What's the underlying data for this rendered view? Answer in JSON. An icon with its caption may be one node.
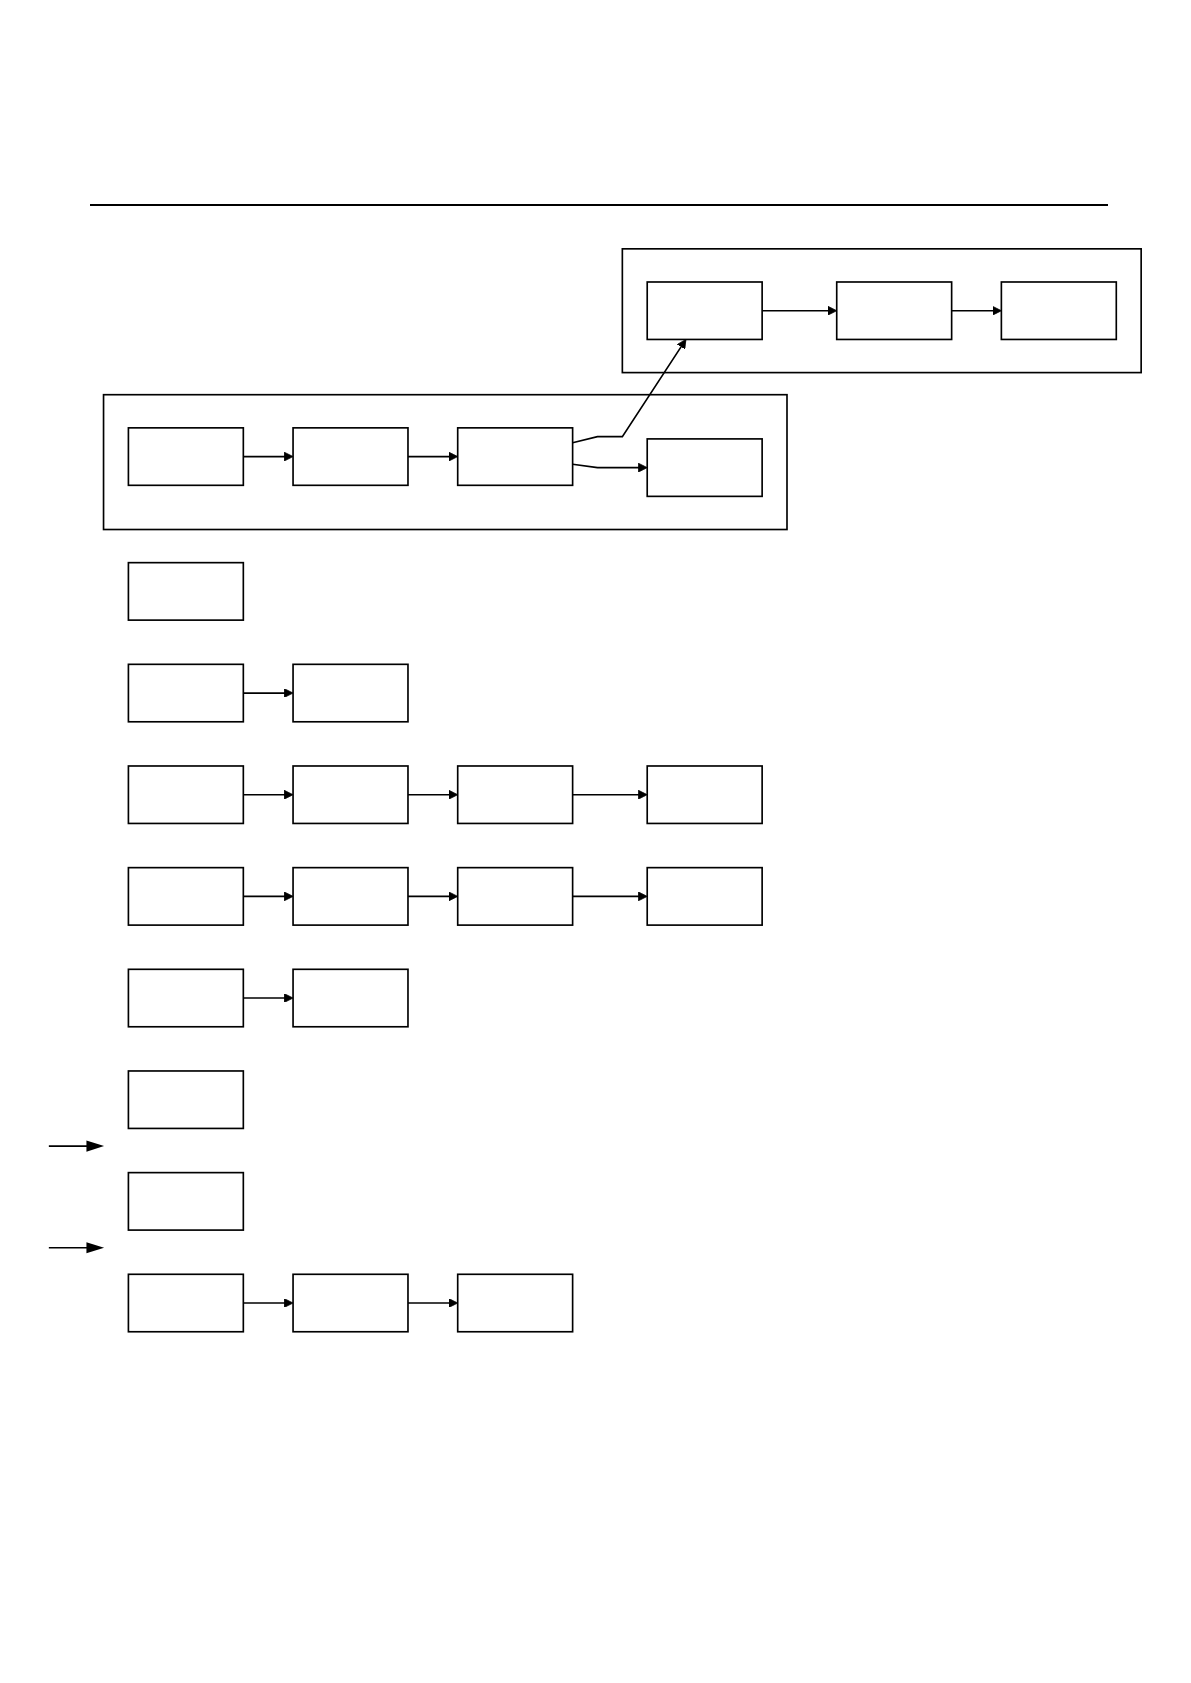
{
  "diagram": {
    "nodes": [
      {
        "text": [],
        "shape": "box"
      },
      {
        "text": [],
        "shape": "box"
      },
      {
        "text": [],
        "shape": "box"
      },
      {
        "text": [],
        "shape": "box"
      },
      {
        "text": [],
        "shape": "box"
      },
      {
        "text": [],
        "shape": "box"
      },
      {
        "text": [],
        "shape": "box"
      },
      {
        "text": [],
        "shape": "box"
      },
      {
        "text": [],
        "shape": "box",
        "in": 7
      },
      {
        "text": [],
        "shape": "box",
        "in": 7
      },
      {
        "text": [],
        "shape": "box",
        "in": 7
      },
      {
        "text": [],
        "shape": "box",
        "in": 7
      },
      {
        "text": [],
        "shape": "box"
      },
      {
        "text": [],
        "shape": "box",
        "in": 12
      },
      {
        "text": [],
        "shape": "box",
        "in": 12
      },
      {
        "text": [],
        "shape": "box",
        "in": 12
      },
      {
        "text": [],
        "shape": "box"
      },
      {
        "text": [],
        "shape": "box"
      },
      {
        "text": [],
        "shape": "box"
      },
      {
        "text": [],
        "shape": "box"
      },
      {
        "text": [],
        "shape": "box"
      },
      {
        "text": [],
        "shape": "box"
      },
      {
        "text": [],
        "shape": "box"
      },
      {
        "text": [],
        "shape": "box"
      },
      {
        "text": [],
        "shape": "box"
      },
      {
        "text": [],
        "shape": "box"
      },
      {
        "text": [],
        "shape": "box"
      }
    ],
    "edges": [
      {
        "from": 1,
        "to": 2,
        "arrow": "to"
      },
      {
        "from": 3,
        "to": 4,
        "arrow": "to"
      },
      {
        "from": 4,
        "to": 5,
        "arrow": "to"
      },
      {
        "from": 5,
        "to": 6,
        "arrow": "to"
      },
      {
        "from": 8,
        "to": 9,
        "arrow": "to"
      },
      {
        "from": 9,
        "to": 10,
        "arrow": "to"
      },
      {
        "from": 10,
        "to": 11,
        "arrow": "to"
      },
      {
        "from": 10,
        "to": 13,
        "arrow": "to"
      },
      {
        "from": 13,
        "to": 14,
        "arrow": "to"
      },
      {
        "from": 14,
        "to": 15,
        "arrow": "to"
      },
      {
        "from": 16,
        "to": 17,
        "arrow": "to"
      },
      {
        "from": 17,
        "to": 18,
        "arrow": "to"
      },
      {
        "from": 18,
        "to": 19,
        "arrow": "to"
      },
      {
        "from": 20,
        "to": 21,
        "arrow": "to"
      },
      {
        "from": 24,
        "to": 25,
        "arrow": "to"
      },
      {
        "from": 25,
        "to": 26,
        "arrow": "to"
      }
    ]
  }
}
